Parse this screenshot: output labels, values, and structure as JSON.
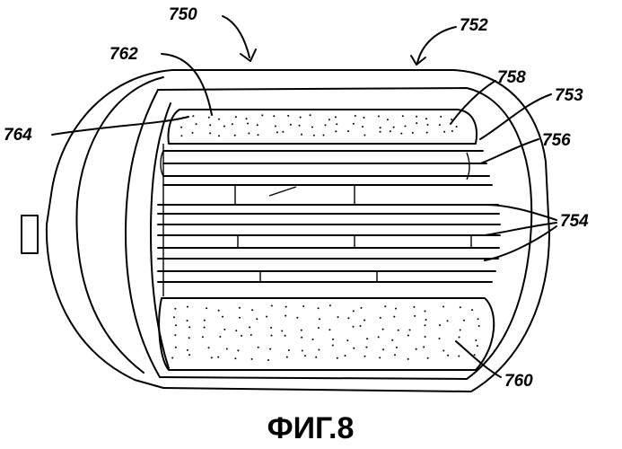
{
  "labels": {
    "l750": "750",
    "l752": "752",
    "l762": "762",
    "l758": "758",
    "l753": "753",
    "l764": "764",
    "l756": "756",
    "l754": "754",
    "l760": "760"
  },
  "caption": "ФИГ.8"
}
